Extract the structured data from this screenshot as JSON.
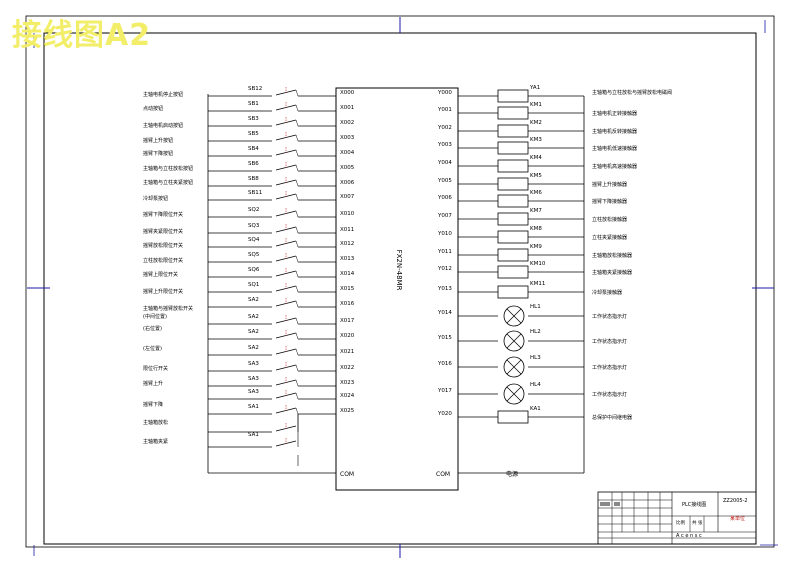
{
  "title": "接线图A2",
  "plc_model": "FX2N-48MR",
  "left_labels": [
    "主轴电机停止按钮",
    "点动按钮",
    "主轴电机启动按钮",
    "摇臂上升按钮",
    "摇臂下降按钮",
    "主轴箱与立柱放松按钮",
    "主轴箱与立柱夹紧按钮",
    "冷却泵按钮",
    "摇臂下降限位开关",
    "摇臂夹紧限位开关",
    "摇臂放松限位开关",
    "立柱放松限位开关",
    "摇臂上限位开关",
    "摇臂上升限位开关",
    "主轴箱与摇臂放松开关",
    "(中间位置)",
    "(右位置)",
    "(左位置)",
    "限位行开关",
    "摇臂上升",
    "摇臂下降",
    "主轴箱放松",
    "主轴箱夹紧"
  ],
  "switch_labels": [
    "SB12",
    "SB1",
    "SB3",
    "SB5",
    "SB4",
    "SB6",
    "SB8",
    "SB11",
    "SQ2",
    "SQ3",
    "SQ4",
    "SQ5",
    "SQ6",
    "SQ1",
    "SA2",
    "SA2",
    "SA2",
    "SA2",
    "SA3",
    "SA3",
    "SA3",
    "SA1"
  ],
  "plc_inputs": [
    "X000",
    "X001",
    "X002",
    "X003",
    "X004",
    "X005",
    "X006",
    "X007",
    "X010",
    "X011",
    "X012",
    "X013",
    "X014",
    "X015",
    "X016",
    "X017",
    "X020",
    "X021",
    "X022",
    "X023",
    "X024",
    "X025"
  ],
  "plc_outputs": [
    "Y000",
    "Y001",
    "Y002",
    "Y003",
    "Y004",
    "Y005",
    "Y006",
    "Y007",
    "Y010",
    "Y011",
    "Y012",
    "Y013",
    "Y014",
    "Y015",
    "Y016",
    "Y017",
    "Y020"
  ],
  "coils": [
    "YA1",
    "KM1",
    "KM2",
    "KM3",
    "KM4",
    "KM5",
    "KM6",
    "KM7",
    "KM8",
    "KM9",
    "KM10",
    "KM11"
  ],
  "lamps": [
    "HL1",
    "HL2",
    "HL3",
    "HL4"
  ],
  "last_coil": "KA1",
  "right_labels": [
    "主轴箱与立柱放松与摇臂放松电磁阀",
    "主轴电机正转接触器",
    "主轴电机反转接触器",
    "主轴电机低速接触器",
    "主轴电机高速接触器",
    "摇臂上升接触器",
    "摇臂下降接触器",
    "立柱放松接触器",
    "立柱夹紧接触器",
    "主轴箱放松接触器",
    "主轴箱夹紧接触器",
    "冷却泵接触器",
    "工作状态指示灯",
    "工作状态指示灯",
    "工作状态指示灯",
    "工作状态指示灯",
    "总保护中间继电器"
  ],
  "com_left": "COM",
  "com_right": "COM",
  "power_label": "电源",
  "title_block": {
    "drawing_name": "PLC接线图",
    "drawing_no": "ZZ2005-2",
    "company": "某单位",
    "scale_label": "比例",
    "sheet_label": "共 张",
    "footer": "A c e  n s c"
  }
}
